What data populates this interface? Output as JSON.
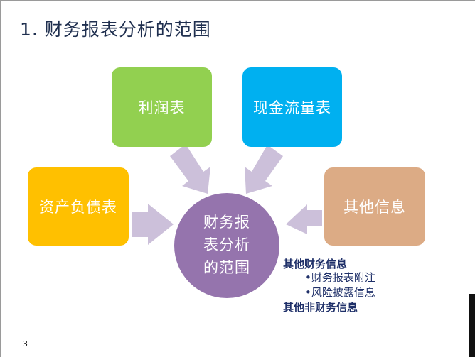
{
  "slide": {
    "title": "1. 财务报表分析的范围",
    "page_number": "3"
  },
  "diagram": {
    "center_line1": "财务报",
    "center_line2": "表分析",
    "center_line3": "的范围",
    "boxes": {
      "income_statement": "利润表",
      "cash_flow_statement": "现金流量表",
      "balance_sheet": "资产负债表",
      "other_info": "其他信息"
    },
    "notes": {
      "other_financial_info": "其他财务信息",
      "bullet_notes": "•财务报表附注",
      "bullet_risk": "•风险披露信息",
      "other_nonfinancial_info": "其他非财务信息"
    }
  },
  "colors": {
    "income_statement": "#92d050",
    "cash_flow_statement": "#00b0f0",
    "balance_sheet": "#ffc000",
    "other_info": "#dcab85",
    "center": "#9574ad",
    "arrow": "#ccc0da",
    "title_text": "#1f2f4f",
    "note_text": "#1f3069"
  }
}
